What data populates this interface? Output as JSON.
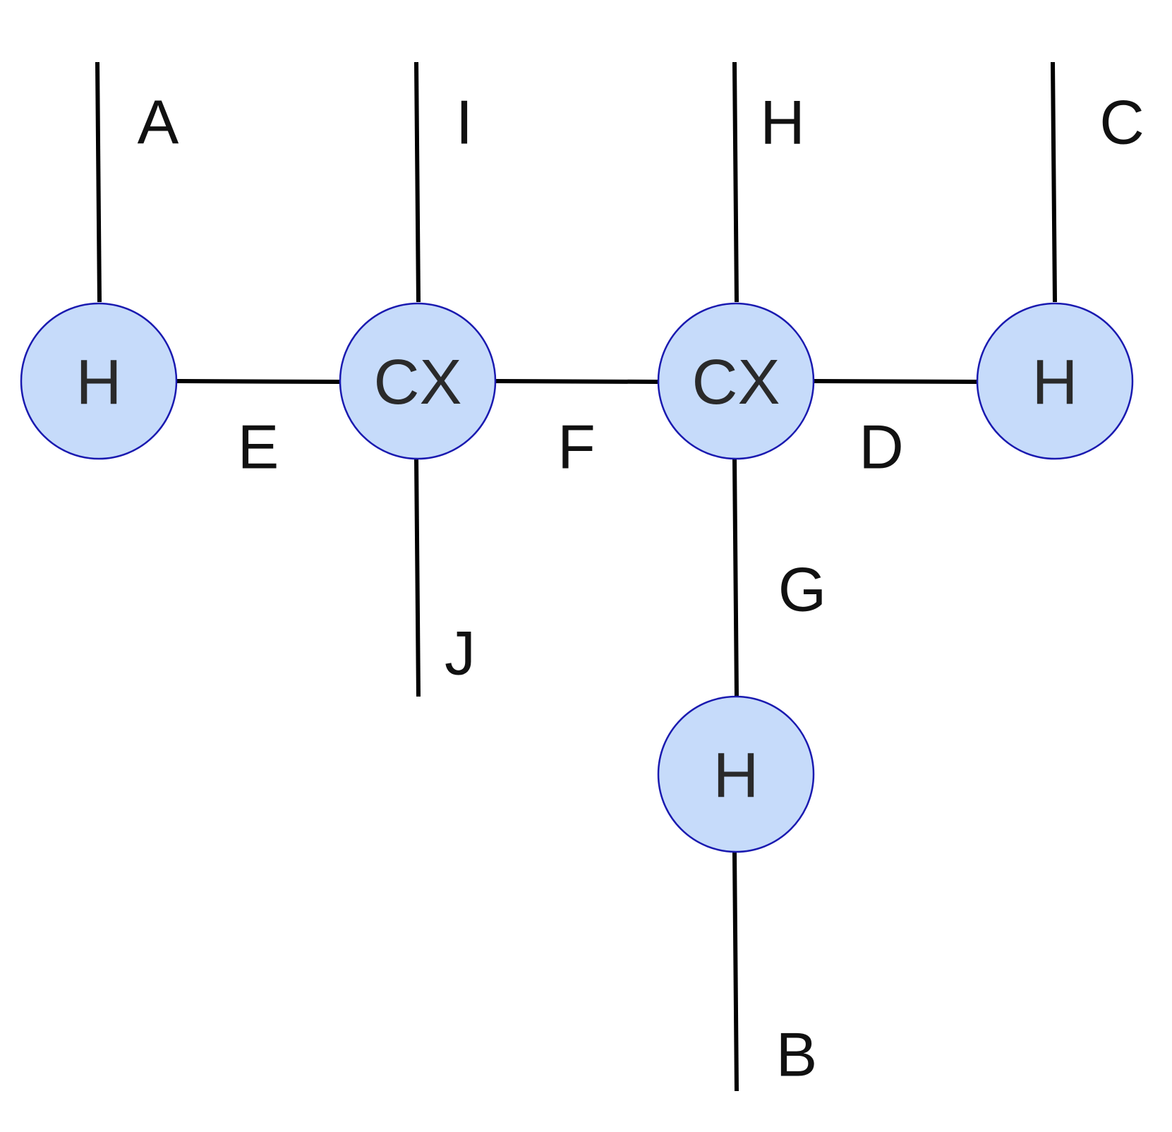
{
  "diagram": {
    "colors": {
      "node_fill": "#c6dbfa",
      "node_stroke": "#1a1ab0",
      "wire": "#000000",
      "node_text": "#2a2a2a",
      "label_text": "#111111"
    },
    "nodes": [
      {
        "id": "h-left",
        "label": "H"
      },
      {
        "id": "cx-1",
        "label": "CX"
      },
      {
        "id": "cx-2",
        "label": "CX"
      },
      {
        "id": "h-right",
        "label": "H"
      },
      {
        "id": "h-bottom",
        "label": "H"
      }
    ],
    "edges": [
      {
        "id": "A",
        "label": "A",
        "connects": [
          "h-left",
          "open"
        ]
      },
      {
        "id": "I",
        "label": "I",
        "connects": [
          "cx-1",
          "open"
        ]
      },
      {
        "id": "H",
        "label": "H",
        "connects": [
          "cx-2",
          "open"
        ]
      },
      {
        "id": "C",
        "label": "C",
        "connects": [
          "h-right",
          "open"
        ]
      },
      {
        "id": "E",
        "label": "E",
        "connects": [
          "h-left",
          "cx-1"
        ]
      },
      {
        "id": "F",
        "label": "F",
        "connects": [
          "cx-1",
          "cx-2"
        ]
      },
      {
        "id": "D",
        "label": "D",
        "connects": [
          "cx-2",
          "h-right"
        ]
      },
      {
        "id": "J",
        "label": "J",
        "connects": [
          "cx-1",
          "open"
        ]
      },
      {
        "id": "G",
        "label": "G",
        "connects": [
          "cx-2",
          "h-bottom"
        ]
      },
      {
        "id": "B",
        "label": "B",
        "connects": [
          "h-bottom",
          "open"
        ]
      }
    ]
  }
}
